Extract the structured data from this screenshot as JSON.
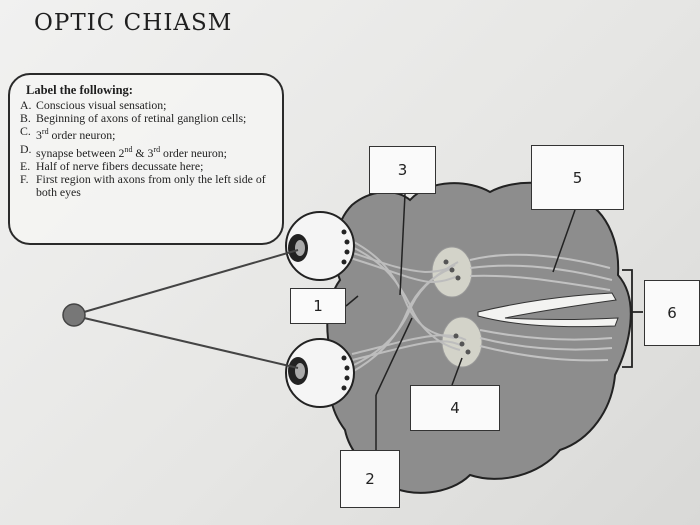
{
  "title": "OPTIC CHIASM",
  "instructions": {
    "heading": "Label the following:",
    "items": [
      {
        "letter": "A.",
        "text": "Conscious visual sensation;"
      },
      {
        "letter": "B.",
        "text": "Beginning of axons of retinal ganglion cells;"
      },
      {
        "letter": "C.",
        "text": "3rd order neuron;"
      },
      {
        "letter": "D.",
        "text": "synapse between 2nd & 3rd order neuron;"
      },
      {
        "letter": "E.",
        "text": "Half of nerve fibers decussate here;"
      },
      {
        "letter": "F.",
        "text": "First region with axons from only the left side of both eyes"
      }
    ]
  },
  "label_boxes": [
    "1",
    "2",
    "3",
    "4",
    "5",
    "6"
  ],
  "colors": {
    "brain": "#8d8d8d",
    "brain_outline": "#222222",
    "nucleus": "#d3d3c9",
    "eye_white": "#f5f5f5",
    "object_dot": "#777777"
  }
}
